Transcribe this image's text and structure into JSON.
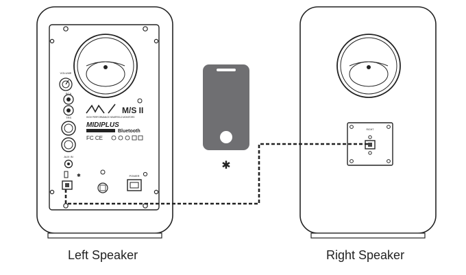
{
  "left_speaker": {
    "caption": "Left Speaker",
    "panel": {
      "volume_label": "VOLUME",
      "rca_label": "RCA",
      "trs_label": "TRS",
      "aux_label": "AUX IN",
      "brand_series": "M/S II",
      "tagline": "HIGH PERFORMANCE NEARFIELD MONITORS",
      "brand": "MIDIPLUS",
      "bluetooth_label": "Bluetooth",
      "power_label": "POWER",
      "cert_text": "FC CE"
    }
  },
  "right_speaker": {
    "caption": "Right Speaker",
    "port_label": "RIGHT"
  },
  "phone": {
    "bluetooth_symbol": "✱"
  },
  "colors": {
    "line": "#222222",
    "phone_fill": "#6f6f72",
    "bg": "#ffffff"
  }
}
